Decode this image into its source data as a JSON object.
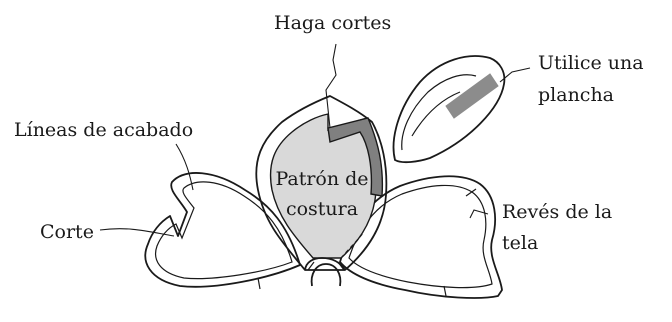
{
  "labels": {
    "haga_cortes": "Haga cortes",
    "utilice_line1": "Utilice una",
    "utilice_line2": "plancha",
    "lineas_acabado": "Líneas de acabado",
    "patron_line1": "Patrón de",
    "patron_line2": "costura",
    "reves_line1": "Revés de la",
    "reves_line2": "tela",
    "corte": "Corte"
  },
  "colors": {
    "outline": "#1a1a1a",
    "pattern_fill": "#d9d9d9",
    "dark_fold": "#808080",
    "iron_handle": "#8c8c8c",
    "background": "#ffffff"
  },
  "icons": [
    "iron-icon",
    "petal-shape",
    "seam-pattern"
  ]
}
